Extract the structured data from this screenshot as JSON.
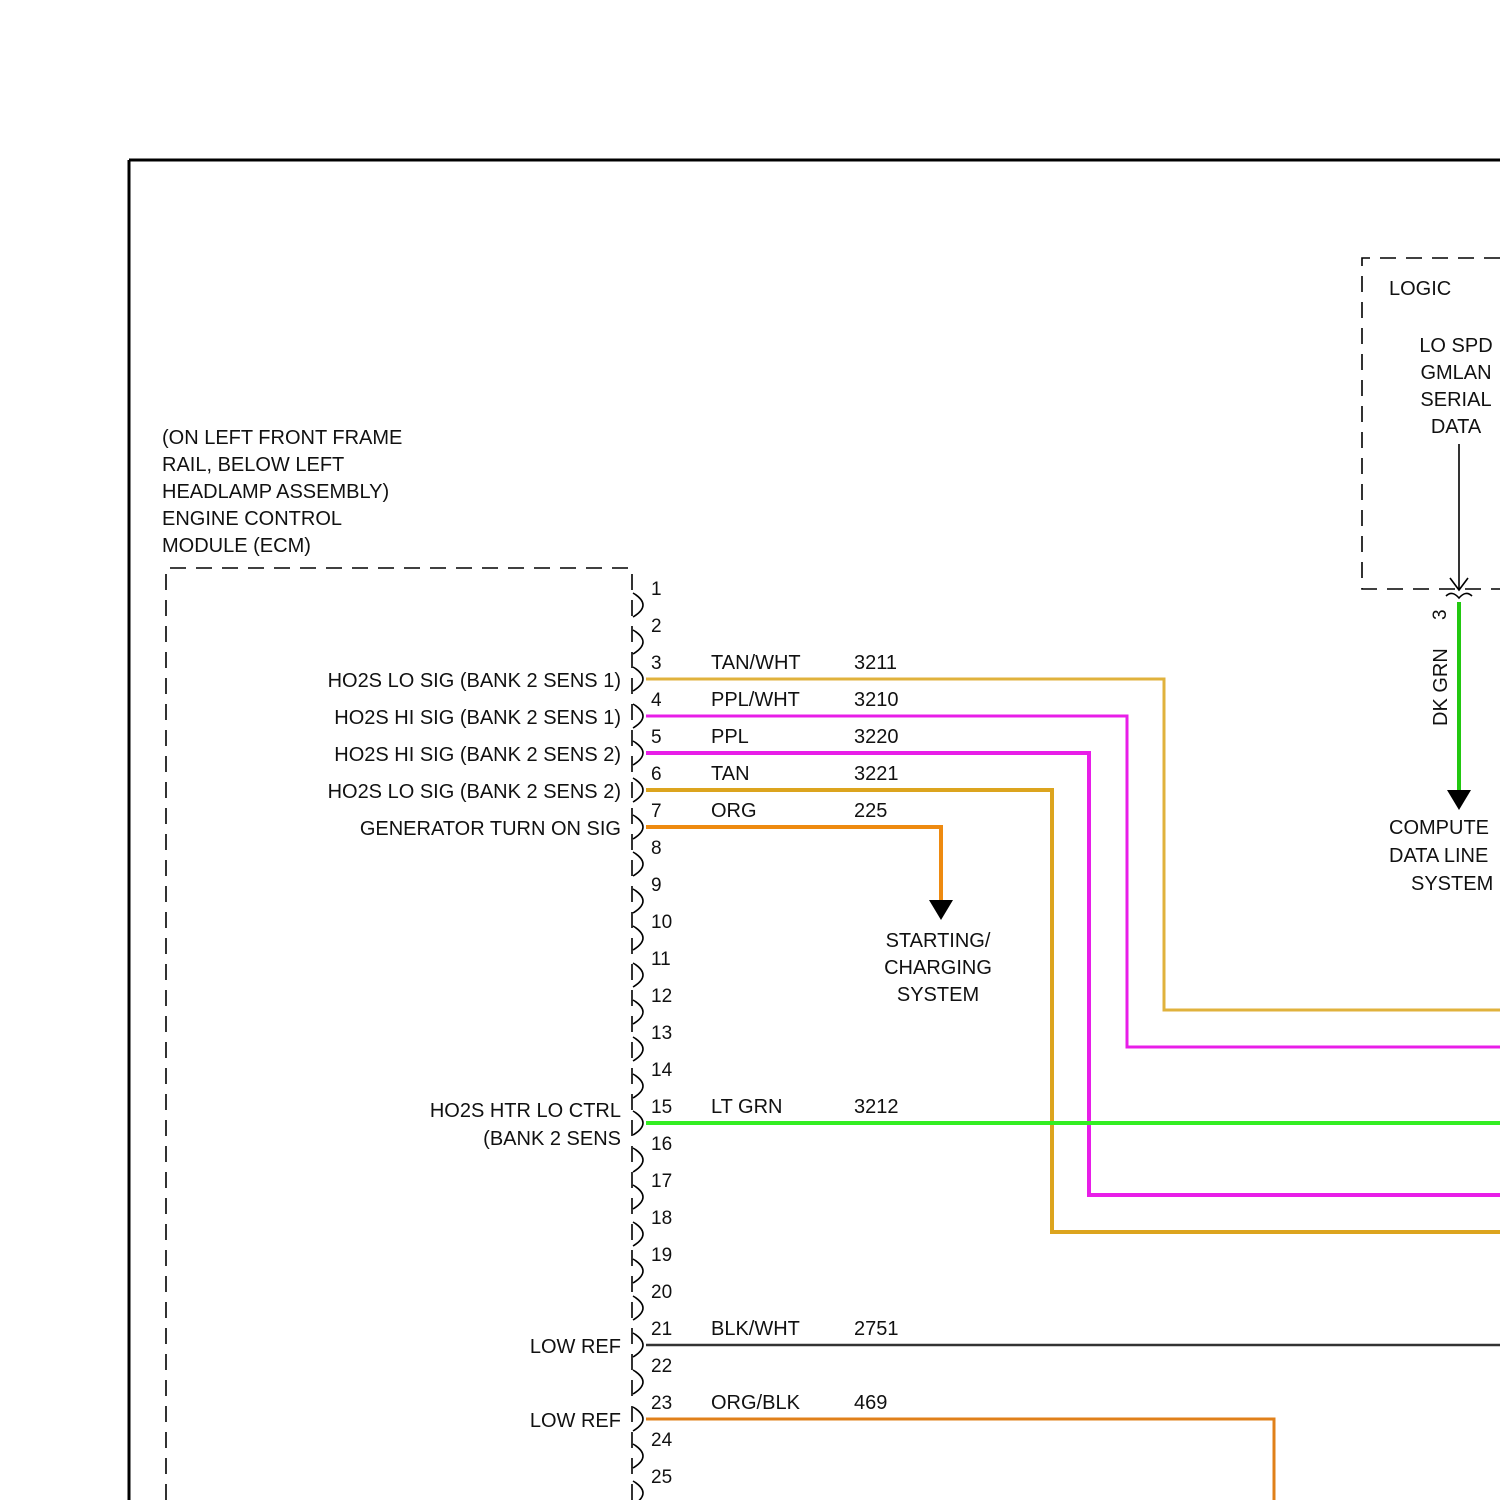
{
  "ecm": {
    "location_lines": [
      "(ON LEFT FRONT FRAME",
      "RAIL, BELOW LEFT",
      "HEADLAMP ASSEMBLY)",
      "ENGINE CONTROL",
      "MODULE (ECM)"
    ],
    "pins": [
      "1",
      "2",
      "3",
      "4",
      "5",
      "6",
      "7",
      "8",
      "9",
      "10",
      "11",
      "12",
      "13",
      "14",
      "15",
      "16",
      "17",
      "18",
      "19",
      "20",
      "21",
      "22",
      "23",
      "24",
      "25"
    ],
    "signals": [
      {
        "pin": 3,
        "label": "HO2S LO SIG (BANK 2 SENS 1)",
        "wire_color": "TAN/WHT",
        "circuit": "3211",
        "stroke": "#e0b23c"
      },
      {
        "pin": 4,
        "label": "HO2S HI SIG (BANK 2 SENS 1)",
        "wire_color": "PPL/WHT",
        "circuit": "3210",
        "stroke": "#e81ee8"
      },
      {
        "pin": 5,
        "label": "HO2S HI SIG (BANK 2 SENS 2)",
        "wire_color": "PPL",
        "circuit": "3220",
        "stroke": "#e81ee8"
      },
      {
        "pin": 6,
        "label": "HO2S LO SIG (BANK 2 SENS 2)",
        "wire_color": "TAN",
        "circuit": "3221",
        "stroke": "#dca41e"
      },
      {
        "pin": 7,
        "label": "GENERATOR TURN ON SIG",
        "wire_color": "ORG",
        "circuit": "225",
        "stroke": "#ee8a10"
      },
      {
        "pin": 15,
        "label": "HO2S HTR LO CTRL",
        "label_line2": "(BANK 2 SENS",
        "wire_color": "LT GRN",
        "circuit": "3212",
        "stroke": "#33ee22"
      },
      {
        "pin": 21,
        "label": "LOW REF",
        "wire_color": "BLK/WHT",
        "circuit": "2751",
        "stroke": "#333333"
      },
      {
        "pin": 23,
        "label": "LOW REF",
        "wire_color": "ORG/BLK",
        "circuit": "469",
        "stroke": "#e0801a"
      }
    ]
  },
  "starting_charging": {
    "lines": [
      "STARTING/",
      "CHARGING",
      "SYSTEM"
    ]
  },
  "logic": {
    "title": "LOGIC",
    "lines": [
      "LO SPD",
      "GMLAN",
      "SERIAL",
      "DATA"
    ],
    "pin": "3",
    "wire_color": "DK GRN",
    "wire_stroke": "#22c810",
    "dest_lines": [
      "COMPUTE",
      "DATA LINE",
      "SYSTEM"
    ]
  }
}
